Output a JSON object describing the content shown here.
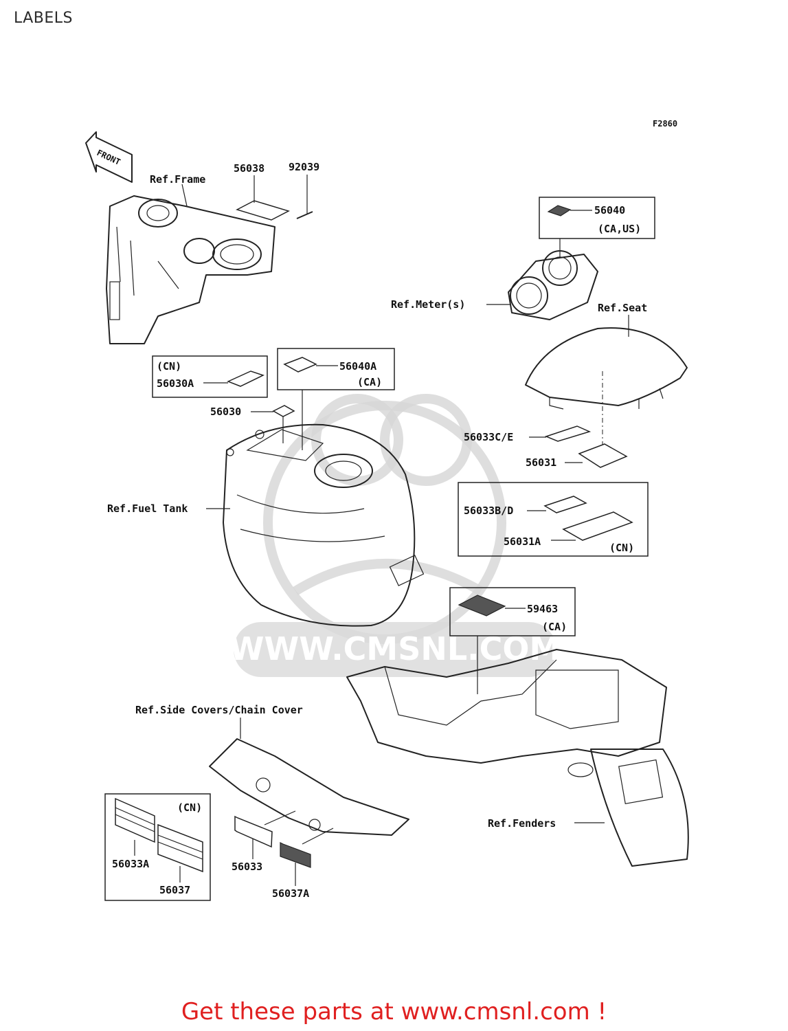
{
  "header": {
    "title": "LABELS"
  },
  "diagram": {
    "figure_code": "F2860",
    "front_marker": "FRONT",
    "watermark": "WWW.CMSNL.COM",
    "references": {
      "frame": "Ref.Frame",
      "meter": "Ref.Meter(s)",
      "seat": "Ref.Seat",
      "fuel_tank": "Ref.Fuel Tank",
      "side_covers": "Ref.Side Covers/Chain Cover",
      "fenders": "Ref.Fenders"
    },
    "parts": {
      "p56038": "56038",
      "p92039": "92039",
      "p56040": "56040",
      "p56040_region": "(CA,US)",
      "p56030a_region": "(CN)",
      "p56030a": "56030A",
      "p56040a": "56040A",
      "p56040a_region": "(CA)",
      "p56030": "56030",
      "p56033ce": "56033C/E",
      "p56031": "56031",
      "p56033bd": "56033B/D",
      "p56031a": "56031A",
      "p56031a_region": "(CN)",
      "p59463": "59463",
      "p59463_region": "(CA)",
      "p56033a_region": "(CN)",
      "p56033a": "56033A",
      "p56037": "56037",
      "p56033": "56033",
      "p56037a": "56037A"
    }
  },
  "footer": {
    "cta": "Get these parts at www.cmsnl.com !"
  }
}
